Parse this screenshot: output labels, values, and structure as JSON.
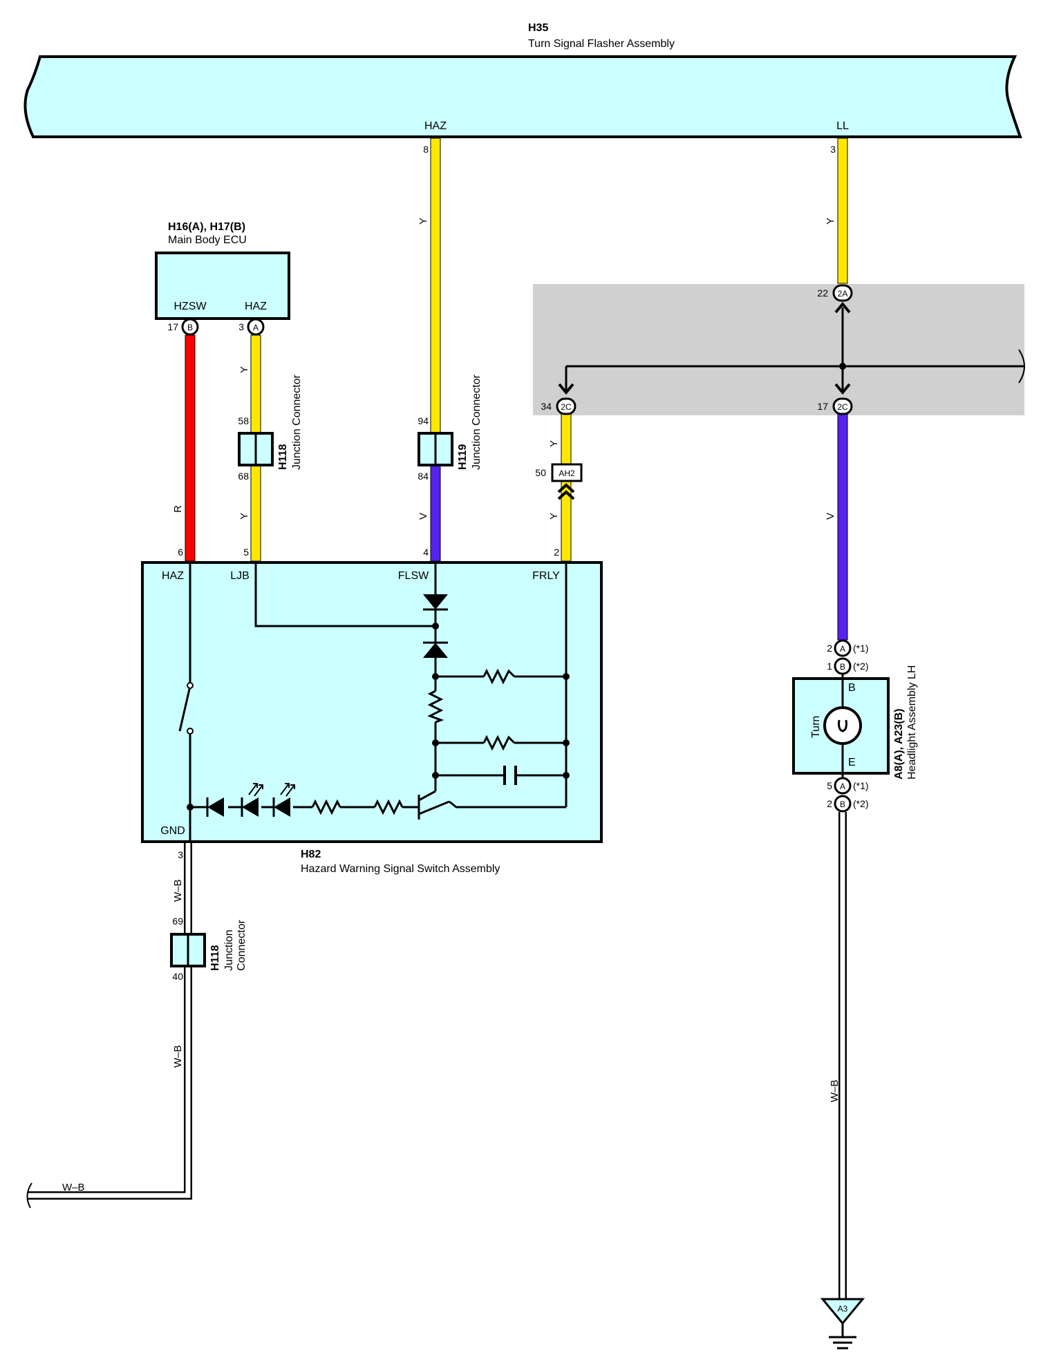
{
  "colors": {
    "component_fill": "#ccffff",
    "shaded_area": "#d0d0d0",
    "wire_red": "#ff0000",
    "wire_yellow": "#ffe800",
    "wire_violet": "#5522ee",
    "wire_wb_fill": "#ffffff",
    "line": "#000000"
  },
  "flasher": {
    "id": "H35",
    "name": "Turn Signal Flasher Assembly",
    "term_haz": "HAZ",
    "term_ll": "LL",
    "pin_haz": "8",
    "pin_ll": "3"
  },
  "ecu": {
    "id": "H16(A), H17(B)",
    "name": "Main Body ECU",
    "term_hzsw": "HZSW",
    "term_haz": "HAZ",
    "pin_hzsw": "17",
    "conn_hzsw": "B",
    "pin_haz": "3",
    "conn_haz": "A"
  },
  "jc_h118_top": {
    "id": "H118",
    "name": "Junction Connector",
    "pin_top": "58",
    "pin_bottom": "68"
  },
  "jc_h119": {
    "id": "H119",
    "name": "Junction Connector",
    "pin_top": "94",
    "pin_bottom": "84"
  },
  "jc_h118_bottom": {
    "id": "H118",
    "name_line1": "Junction",
    "name_line2": "Connector",
    "pin_top": "69",
    "pin_bottom": "40"
  },
  "junction_block": {
    "pin_2a": "22",
    "conn_2a": "2A",
    "pin_2c_left": "34",
    "conn_2c_left": "2C",
    "pin_2c_right": "17",
    "conn_2c_right": "2C"
  },
  "ah2": {
    "pin": "50",
    "label": "AH2"
  },
  "switch": {
    "id": "H82",
    "name": "Hazard Warning Signal Switch Assembly",
    "term_haz": "HAZ",
    "term_ljb": "LJB",
    "term_flsw": "FLSW",
    "term_frly": "FRLY",
    "term_gnd": "GND",
    "pin_haz": "6",
    "pin_ljb": "5",
    "pin_flsw": "4",
    "pin_frly": "2",
    "pin_gnd": "3"
  },
  "headlight": {
    "id": "A8(A), A23(B)",
    "name": "Headlight Assembly LH",
    "bulb": "Turn",
    "term_b": "B",
    "term_e": "E",
    "pins_top": [
      {
        "pin": "2",
        "conn": "A",
        "note": "(*1)"
      },
      {
        "pin": "1",
        "conn": "B",
        "note": "(*2)"
      }
    ],
    "pins_bottom": [
      {
        "pin": "5",
        "conn": "A",
        "note": "(*1)"
      },
      {
        "pin": "2",
        "conn": "B",
        "note": "(*2)"
      }
    ]
  },
  "ground": {
    "label": "A3"
  },
  "wire_colors": {
    "red": "R",
    "yellow": "Y",
    "violet": "V",
    "wb": "W–B"
  }
}
